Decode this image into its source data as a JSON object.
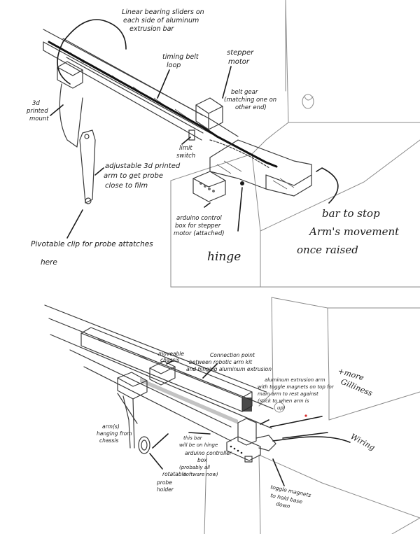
{
  "top_sketch": {
    "labels": {
      "linear_bearing_1": "Linear bearing sliders on",
      "linear_bearing_2": "each side of aluminum",
      "linear_bearing_3": "extrusion bar",
      "timing_belt_1": "timing belt",
      "timing_belt_2": "loop",
      "stepper_1": "stepper",
      "stepper_2": "motor",
      "belt_gear_1": "belt gear",
      "belt_gear_2": "(matching one on",
      "belt_gear_3": "other end)",
      "printed_mount_1": "3d",
      "printed_mount_2": "printed",
      "printed_mount_3": "mount",
      "limit_switch_1": "limit",
      "limit_switch_2": "switch",
      "adjustable_arm_1": "adjustable 3d printed",
      "adjustable_arm_2": "arm to get probe",
      "adjustable_arm_3": "close to film",
      "arduino_box_1": "arduino control",
      "arduino_box_2": "box for stepper",
      "arduino_box_3": "motor (attached)",
      "hinge": "hinge",
      "bar_stop_1": "bar to stop",
      "bar_stop_2": "Arm's movement",
      "bar_stop_3": "once raised",
      "pivot_clip_1": "Pivotable clip for probe attatches",
      "pivot_clip_2": "here"
    }
  },
  "bottom_sketch": {
    "labels": {
      "moveable_1": "moveable",
      "moveable_2": "chassis",
      "connection_1": "Connection point",
      "connection_2": "between robotic arm kit",
      "connection_3": "and hinging aluminum extrusion",
      "extrusion_arm_1": "aluminum extrusion arm",
      "extrusion_arm_2": "with toggle magnets on top for",
      "extrusion_arm_3": "main arm to rest against",
      "extrusion_arm_4": "(stick to when arm is",
      "extrusion_arm_5": "up)",
      "more_gilliness_1": "+more",
      "more_gilliness_2": "Gilliness",
      "arm_hanging_1": "arm(s)",
      "arm_hanging_2": "hanging from",
      "arm_hanging_3": "chassis",
      "bar_hinge_1": "this bar",
      "bar_hinge_2": "will be on hinge",
      "arduino_ctrl_1": "arduino controller",
      "arduino_ctrl_2": "box",
      "arduino_ctrl_3": "(probably all",
      "arduino_ctrl_4": "software now)",
      "wiring": "Wiring",
      "rotatable_1": "rotatable",
      "rotatable_2": "probe",
      "rotatable_3": "holder",
      "toggle_1": "toggle magnets",
      "toggle_2": "to hold base",
      "toggle_3": "down"
    }
  }
}
